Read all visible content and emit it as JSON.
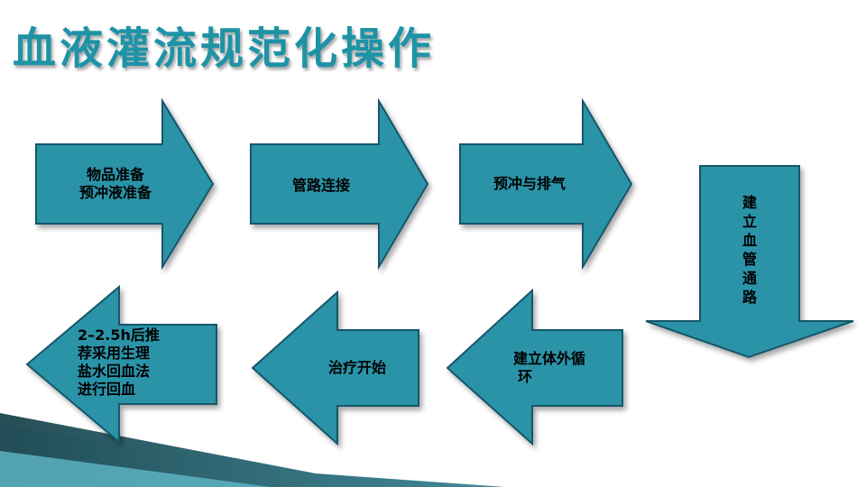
{
  "title": "血液灌流规范化操作",
  "colors": {
    "arrow_fill": "#2a93a8",
    "arrow_edge": "#16566a",
    "title": "#1e93a6",
    "ribbon_dark": "#0e3a44",
    "ribbon_light": "#9fd6e0"
  },
  "steps": [
    {
      "id": "prep",
      "label_lines": [
        "物品准备",
        "预冲液准备"
      ]
    },
    {
      "id": "tubing",
      "label_lines": [
        "管路连接"
      ]
    },
    {
      "id": "flush",
      "label_lines": [
        "预冲与排气"
      ]
    },
    {
      "id": "access",
      "label_lines": [
        "建立血管通路"
      ]
    },
    {
      "id": "circuit",
      "label_lines": [
        "建立体外循",
        "环"
      ]
    },
    {
      "id": "start",
      "label_lines": [
        "治疗开始"
      ]
    },
    {
      "id": "return",
      "label_lines": [
        "2–2.5h后推",
        "荐采用生理",
        "盐水回血法",
        "进行回血"
      ]
    }
  ]
}
